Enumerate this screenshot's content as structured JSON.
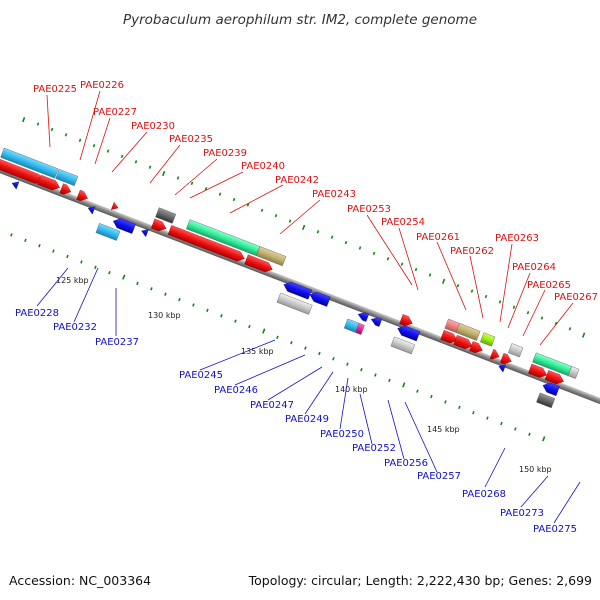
{
  "title": "Pyrobaculum aerophilum str. IM2, complete genome",
  "accession": "Accession: NC_003364",
  "summary": "Topology: circular; Length: 2,222,430 bp; Genes: 2,699",
  "colors": {
    "top_label": "#dd1111",
    "bottom_label": "#1111cc",
    "backbone": "#808080",
    "tick": "#118811"
  },
  "kbp_labels": [
    "125 kbp",
    "130 kbp",
    "135 kbp",
    "140 kbp",
    "145 kbp",
    "150 kbp"
  ],
  "top_labels": [
    "PAE0225",
    "PAE0226",
    "PAE0227",
    "PAE0230",
    "PAE0235",
    "PAE0239",
    "PAE0240",
    "PAE0242",
    "PAE0243",
    "PAE0253",
    "PAE0254",
    "PAE0261",
    "PAE0262",
    "PAE0263",
    "PAE0264",
    "PAE0265",
    "PAE0267"
  ],
  "bottom_labels": [
    "PAE0228",
    "PAE0232",
    "PAE0237",
    "PAE0245",
    "PAE0246",
    "PAE0247",
    "PAE0249",
    "PAE0250",
    "PAE0252",
    "PAE0256",
    "PAE0257",
    "PAE0268",
    "PAE0273",
    "PAE0275"
  ]
}
